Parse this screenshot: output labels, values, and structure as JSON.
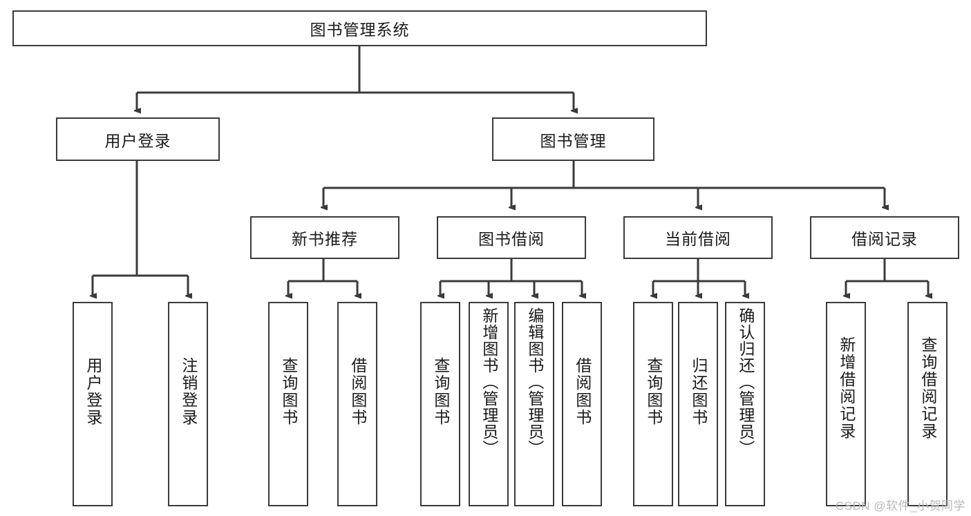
{
  "diagram": {
    "title": "图书管理系统",
    "type": "tree-hierarchy-chart",
    "root": {
      "label": "图书管理系统"
    },
    "level2": [
      {
        "label": "用户登录"
      },
      {
        "label": "图书管理"
      }
    ],
    "level3": [
      {
        "label": "新书推荐"
      },
      {
        "label": "图书借阅"
      },
      {
        "label": "当前借阅"
      },
      {
        "label": "借阅记录"
      }
    ],
    "leaves": {
      "user_login": [
        {
          "label": "用户登录"
        },
        {
          "label": "注销登录"
        }
      ],
      "new_book_recommend": [
        {
          "label": "查询图书"
        },
        {
          "label": "借阅图书"
        }
      ],
      "book_borrow": [
        {
          "label": "查询图书"
        },
        {
          "label": "新增图书（管理员）"
        },
        {
          "label": "编辑图书（管理员）"
        },
        {
          "label": "借阅图书"
        }
      ],
      "current_borrow": [
        {
          "label": "查询图书"
        },
        {
          "label": "归还图书"
        },
        {
          "label": "确认归还（管理员）"
        }
      ],
      "borrow_record": [
        {
          "label": "新增借阅记录"
        },
        {
          "label": "查询借阅记录"
        }
      ]
    }
  },
  "watermark": {
    "text": "CSDN @软件_小贺同学"
  },
  "colors": {
    "stroke": "#3a3a3a",
    "box_fill": "#ffffff",
    "text": "#1a1a1a",
    "watermark": "#b9b9b9"
  }
}
